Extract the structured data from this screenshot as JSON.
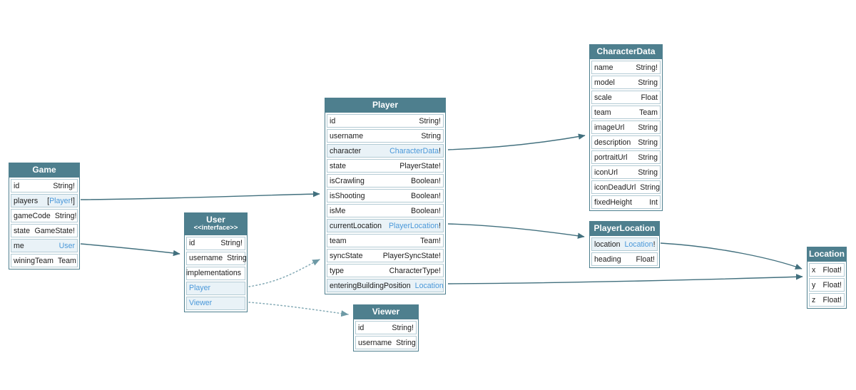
{
  "colors": {
    "header_bg": "#4e7f8e",
    "table_border": "#4e7f8e",
    "row_border": "#b3cbd4",
    "link_text": "#4a98d9",
    "link_row_bg": "#e9f2f7",
    "edge_solid": "#42707e",
    "edge_dotted": "#84aab5",
    "header_text": "#ffffff",
    "text": "#1c1c1c"
  },
  "entities": {
    "game": {
      "title": "Game",
      "fields": [
        {
          "name": "id",
          "type": "String!"
        },
        {
          "name": "players",
          "prefix": "[",
          "type": "Player",
          "suffix": "!]",
          "link": true
        },
        {
          "name": "gameCode",
          "type": "String!"
        },
        {
          "name": "state",
          "type": "GameState!"
        },
        {
          "name": "me",
          "type": "User",
          "link": true
        },
        {
          "name": "winingTeam",
          "type": "Team"
        }
      ]
    },
    "user": {
      "title": "User",
      "subtitle": "<<interface>>",
      "fields": [
        {
          "name": "id",
          "type": "String!"
        },
        {
          "name": "username",
          "type": "String"
        },
        {
          "name": "implementations",
          "special": "label"
        },
        {
          "name": "Player",
          "nameLink": true
        },
        {
          "name": "Viewer",
          "nameLink": true
        }
      ]
    },
    "player": {
      "title": "Player",
      "fields": [
        {
          "name": "id",
          "type": "String!"
        },
        {
          "name": "username",
          "type": "String"
        },
        {
          "name": "character",
          "type": "CharacterData",
          "suffix": "!",
          "link": true
        },
        {
          "name": "state",
          "type": "PlayerState!"
        },
        {
          "name": "isCrawling",
          "type": "Boolean!"
        },
        {
          "name": "isShooting",
          "type": "Boolean!"
        },
        {
          "name": "isMe",
          "type": "Boolean!"
        },
        {
          "name": "currentLocation",
          "type": "PlayerLocation",
          "suffix": "!",
          "link": true
        },
        {
          "name": "team",
          "type": "Team!"
        },
        {
          "name": "syncState",
          "type": "PlayerSyncState!"
        },
        {
          "name": "type",
          "type": "CharacterType!"
        },
        {
          "name": "enteringBuildingPosition",
          "type": "Location",
          "link": true
        }
      ]
    },
    "viewer": {
      "title": "Viewer",
      "fields": [
        {
          "name": "id",
          "type": "String!"
        },
        {
          "name": "username",
          "type": "String"
        }
      ]
    },
    "characterData": {
      "title": "CharacterData",
      "fields": [
        {
          "name": "name",
          "type": "String!"
        },
        {
          "name": "model",
          "type": "String"
        },
        {
          "name": "scale",
          "type": "Float"
        },
        {
          "name": "team",
          "type": "Team"
        },
        {
          "name": "imageUrl",
          "type": "String"
        },
        {
          "name": "description",
          "type": "String"
        },
        {
          "name": "portraitUrl",
          "type": "String"
        },
        {
          "name": "iconUrl",
          "type": "String"
        },
        {
          "name": "iconDeadUrl",
          "type": "String"
        },
        {
          "name": "fixedHeight",
          "type": "Int"
        }
      ]
    },
    "playerLocation": {
      "title": "PlayerLocation",
      "fields": [
        {
          "name": "location",
          "type": "Location",
          "suffix": "!",
          "link": true
        },
        {
          "name": "heading",
          "type": "Float!"
        }
      ]
    },
    "location": {
      "title": "Location",
      "fields": [
        {
          "name": "x",
          "type": "Float!"
        },
        {
          "name": "y",
          "type": "Float!"
        },
        {
          "name": "z",
          "type": "Float!"
        }
      ]
    }
  },
  "edges": [
    {
      "from": "Game.players",
      "to": "Player",
      "style": "solid"
    },
    {
      "from": "Game.me",
      "to": "User",
      "style": "solid"
    },
    {
      "from": "Player.character",
      "to": "CharacterData",
      "style": "solid"
    },
    {
      "from": "Player.currentLocation",
      "to": "PlayerLocation",
      "style": "solid"
    },
    {
      "from": "Player.enteringBuildingPosition",
      "to": "Location",
      "style": "solid"
    },
    {
      "from": "PlayerLocation.location",
      "to": "Location",
      "style": "solid"
    },
    {
      "from": "User.Player",
      "to": "Player",
      "style": "dotted"
    },
    {
      "from": "User.Viewer",
      "to": "Viewer",
      "style": "dotted"
    }
  ]
}
